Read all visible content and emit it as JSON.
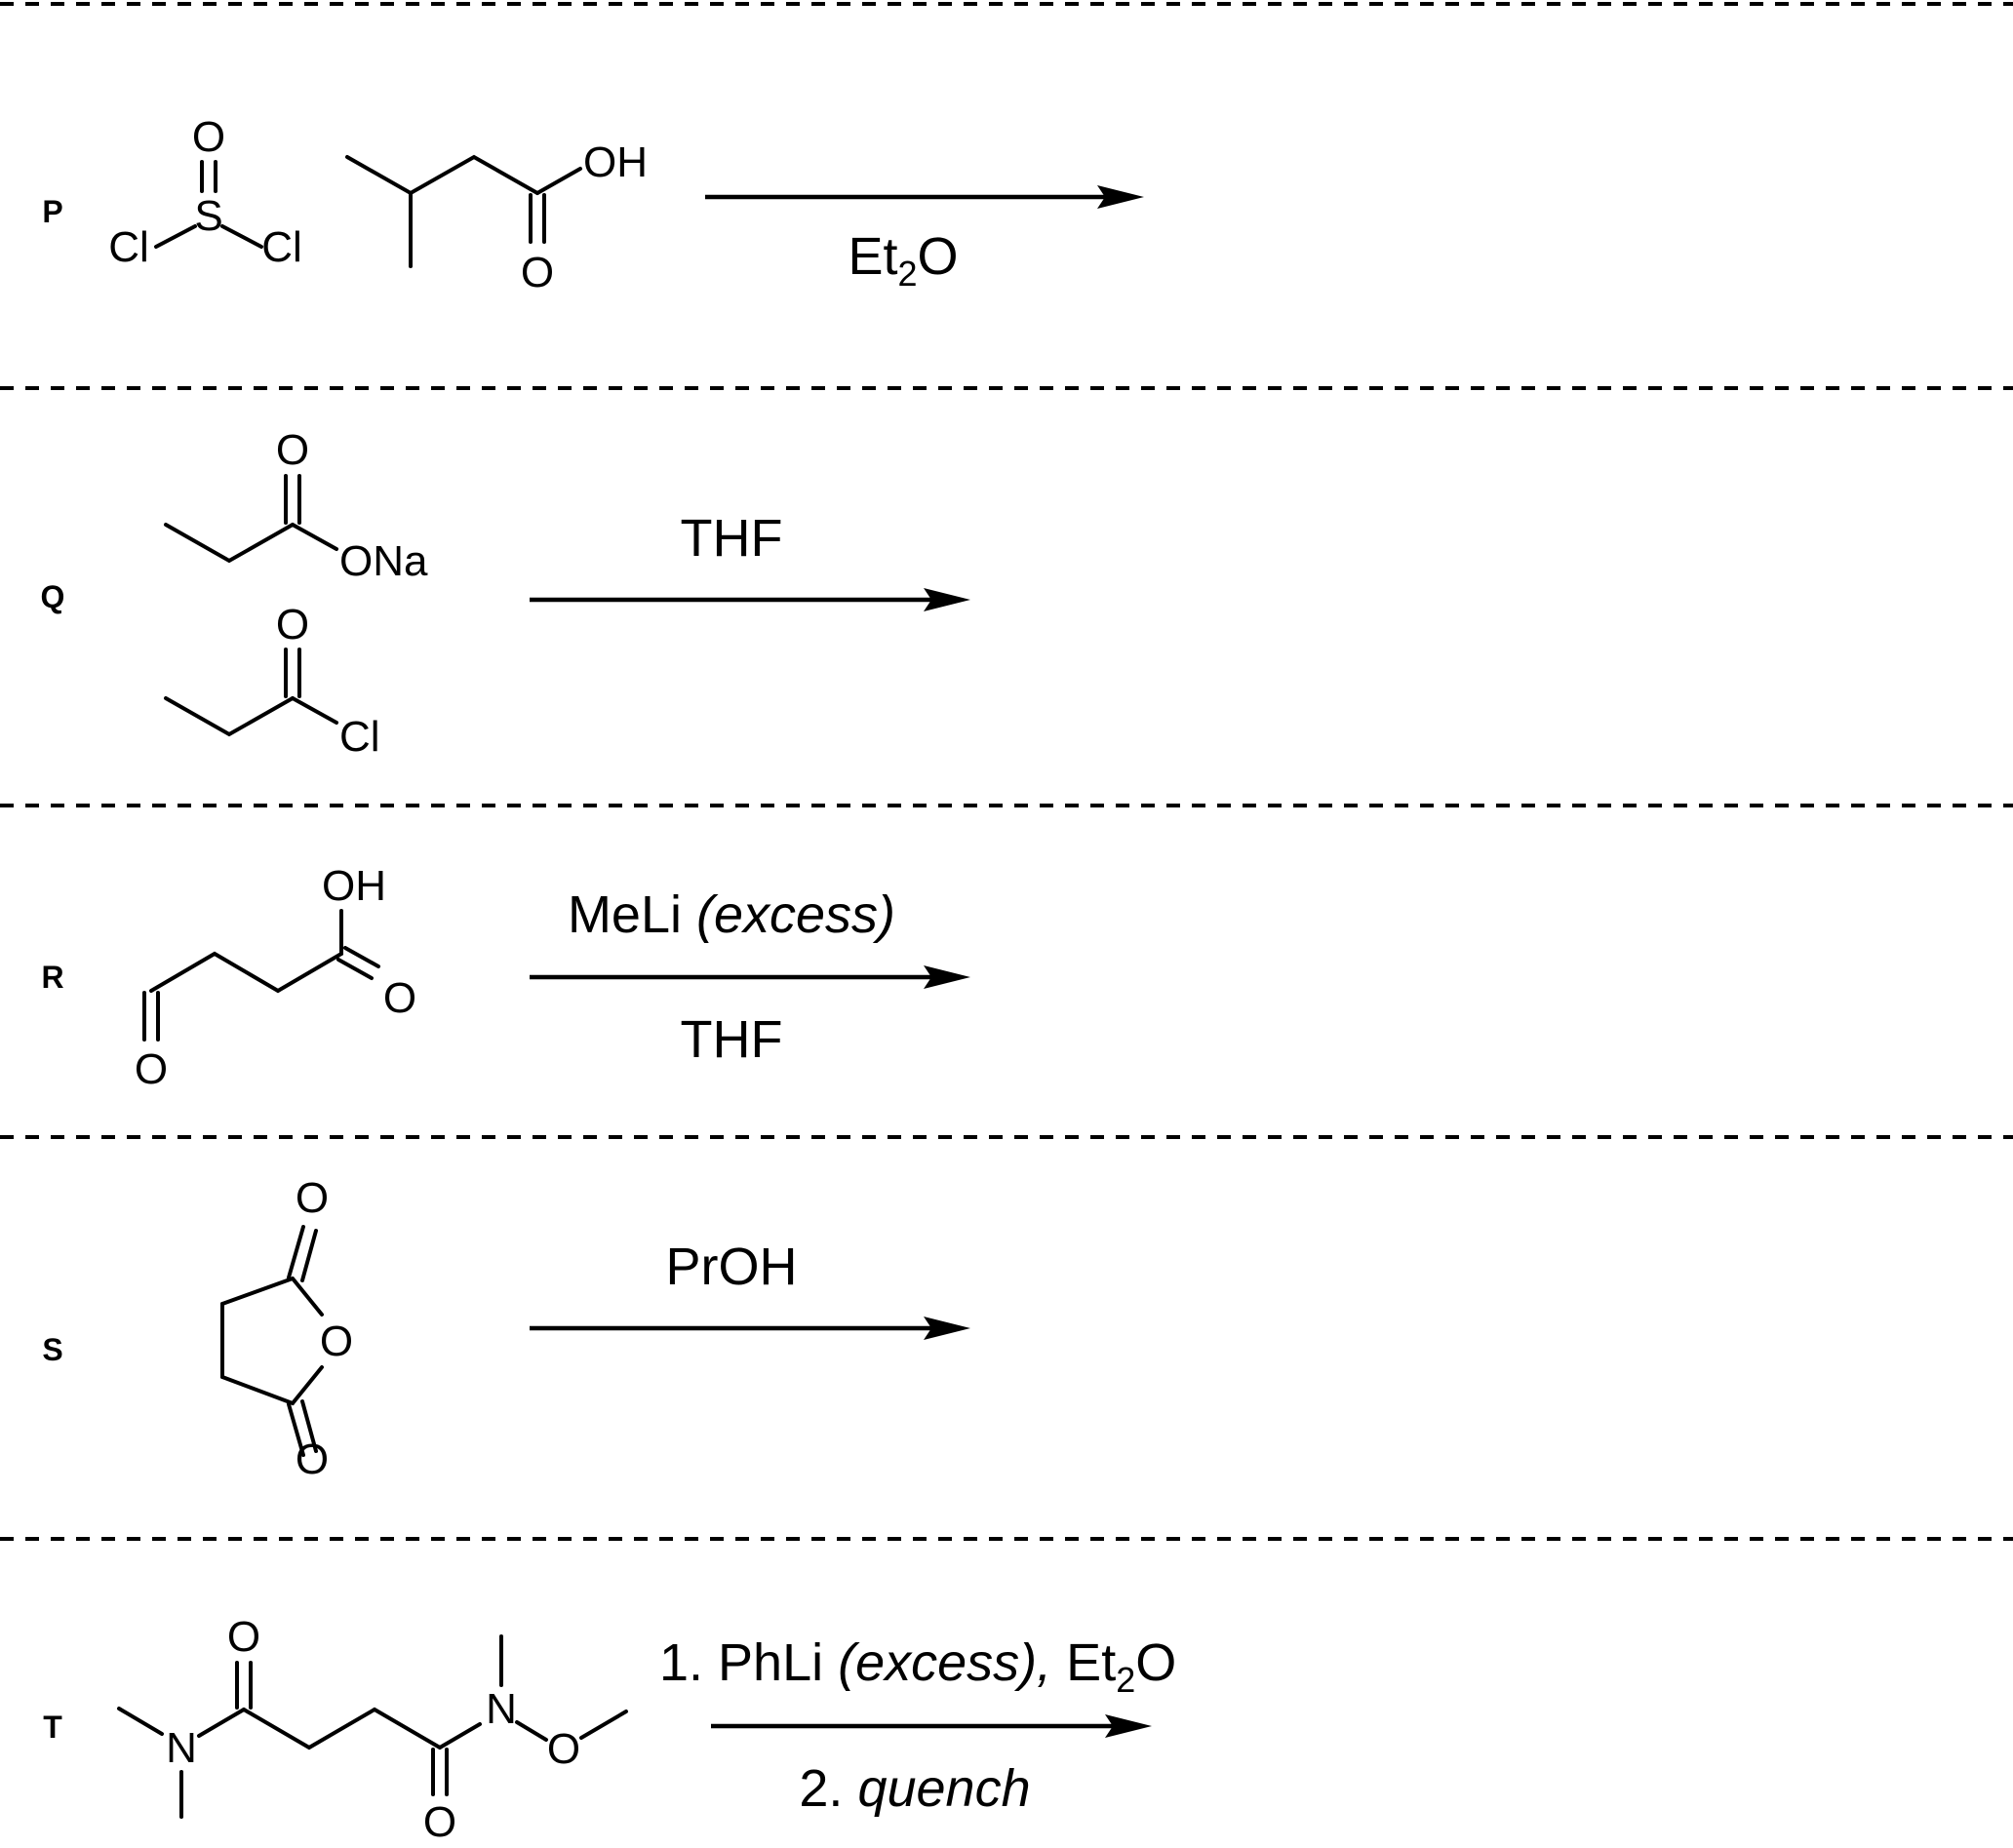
{
  "reactions": [
    {
      "label": "P",
      "atoms": {
        "o_top": "O",
        "s": "S",
        "cl_left": "Cl",
        "cl_right": "Cl",
        "oh": "OH",
        "o_bottom": "O"
      },
      "conditions": {
        "below": {
          "main": "Et",
          "sub": "2",
          "tail": "O"
        }
      }
    },
    {
      "label": "Q",
      "atoms": {
        "o1": "O",
        "ona": "ONa",
        "o2": "O",
        "cl": "Cl"
      },
      "conditions": {
        "above": "THF"
      }
    },
    {
      "label": "R",
      "atoms": {
        "oh": "OH",
        "o_acid": "O",
        "o_ald": "O"
      },
      "conditions": {
        "above_main": "MeLi ",
        "above_italic": "(excess)",
        "below": "THF"
      }
    },
    {
      "label": "S",
      "atoms": {
        "o_top": "O",
        "o_ring": "O",
        "o_bottom": "O"
      },
      "conditions": {
        "above": "PrOH"
      }
    },
    {
      "label": "T",
      "atoms": {
        "o_top": "O",
        "n_left": "N",
        "n_right": "N",
        "o_methoxy": "O",
        "o_bottom": "O"
      },
      "conditions": {
        "above_main": "1. PhLi ",
        "above_italic": "(excess),",
        "above_tail": " Et",
        "above_sub": "2",
        "above_tail2": "O",
        "below_main": "2. ",
        "below_italic": "quench"
      }
    }
  ]
}
